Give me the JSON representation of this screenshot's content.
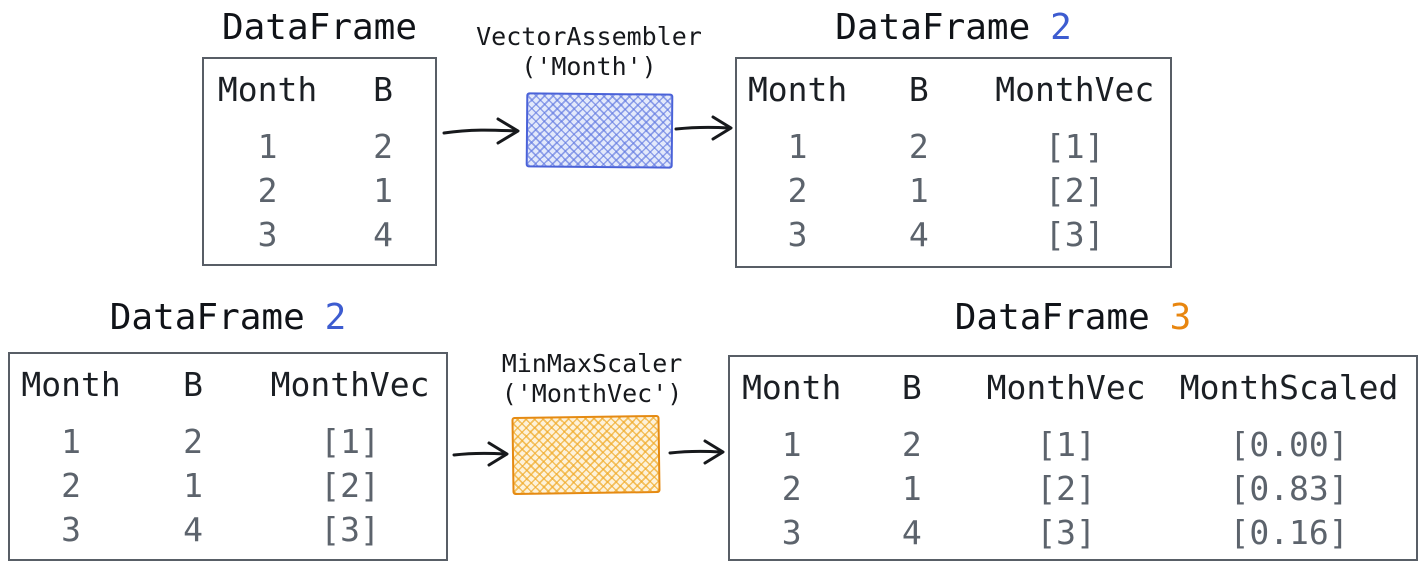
{
  "diagram": {
    "colors": {
      "accent_blue": "#3d5cd0",
      "accent_orange": "#e8860f"
    },
    "top_row": {
      "df1": {
        "title": "DataFrame",
        "headers": [
          "Month",
          "B"
        ],
        "rows": [
          [
            "1",
            "2"
          ],
          [
            "2",
            "1"
          ],
          [
            "3",
            "4"
          ]
        ]
      },
      "transformer": {
        "name": "VectorAssembler",
        "arg": "('Month')"
      },
      "df2": {
        "title": "DataFrame",
        "title_number": "2",
        "headers": [
          "Month",
          "B",
          "MonthVec"
        ],
        "rows": [
          [
            "1",
            "2",
            "[1]"
          ],
          [
            "2",
            "1",
            "[2]"
          ],
          [
            "3",
            "4",
            "[3]"
          ]
        ]
      }
    },
    "bottom_row": {
      "df2": {
        "title": "DataFrame",
        "title_number": "2",
        "headers": [
          "Month",
          "B",
          "MonthVec"
        ],
        "rows": [
          [
            "1",
            "2",
            "[1]"
          ],
          [
            "2",
            "1",
            "[2]"
          ],
          [
            "3",
            "4",
            "[3]"
          ]
        ]
      },
      "transformer": {
        "name": "MinMaxScaler",
        "arg": "('MonthVec')"
      },
      "df3": {
        "title": "DataFrame",
        "title_number": "3",
        "headers": [
          "Month",
          "B",
          "MonthVec",
          "MonthScaled"
        ],
        "rows": [
          [
            "1",
            "2",
            "[1]",
            "[0.00]"
          ],
          [
            "2",
            "1",
            "[2]",
            "[0.83]"
          ],
          [
            "3",
            "4",
            "[3]",
            "[0.16]"
          ]
        ]
      }
    }
  }
}
